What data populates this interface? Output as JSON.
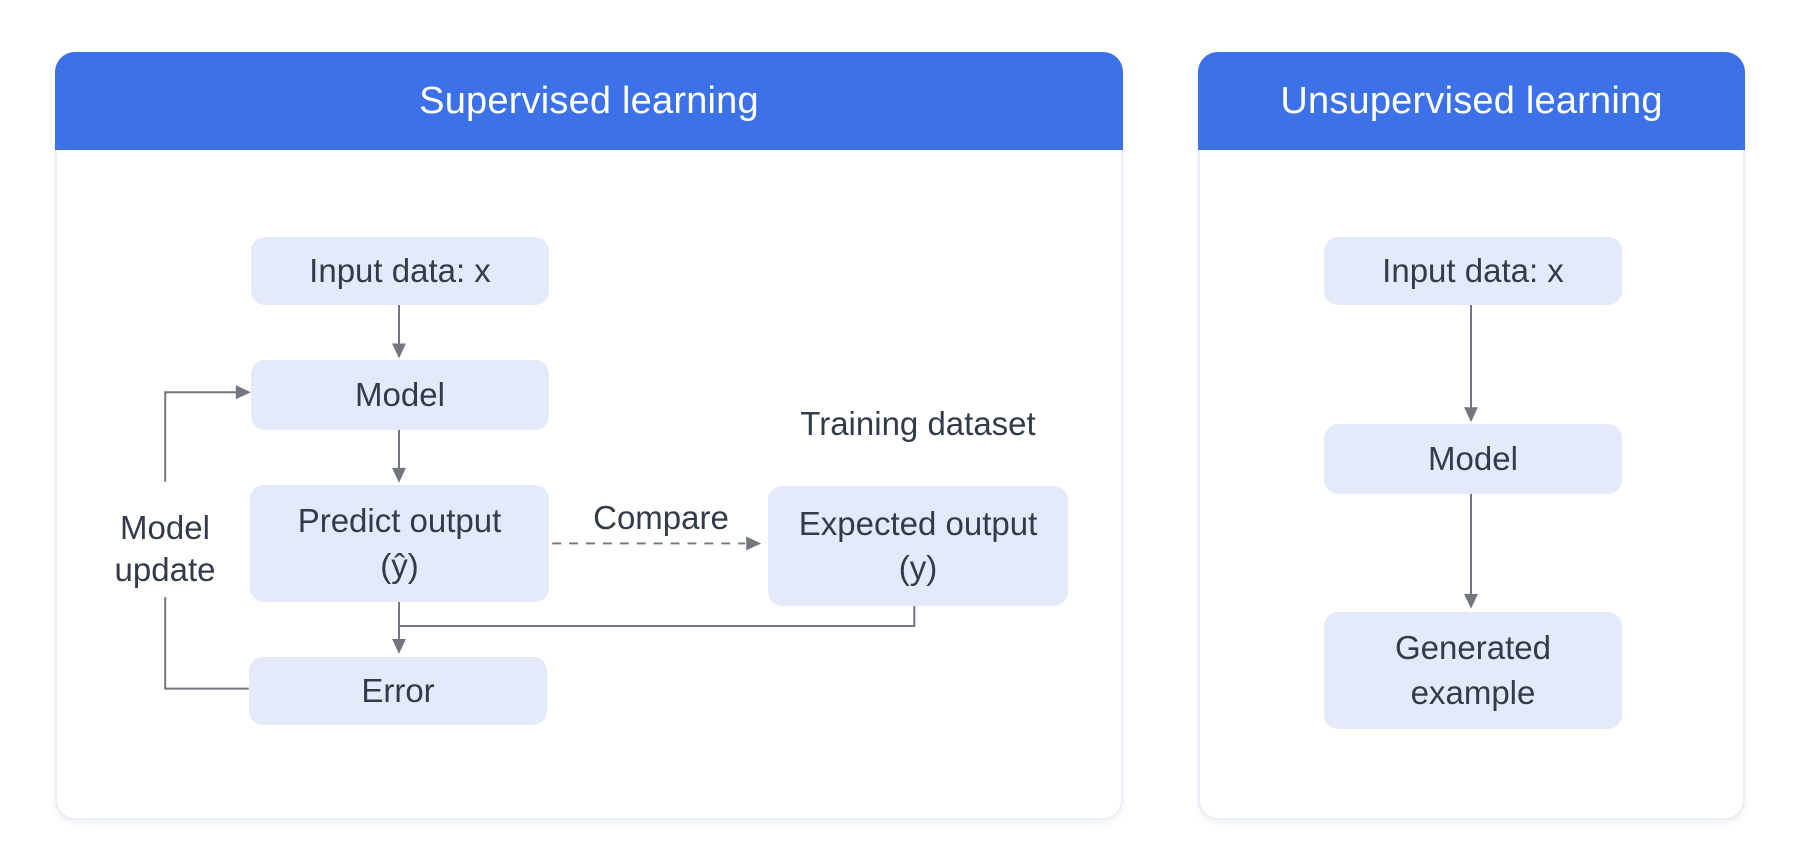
{
  "colors": {
    "page_bg": "#FFFFFF",
    "header_bg": "#3D71E8",
    "header_text": "#FFFFFF",
    "node_bg": "#E5EAFA",
    "node_text": "#333B4B",
    "panel_border": "#E9EDF5",
    "connector": "#71767F"
  },
  "panels": {
    "supervised": {
      "title": "Supervised learning",
      "nodes": {
        "input": "Input data: x",
        "model": "Model",
        "predict": "Predict output (ŷ)",
        "error": "Error",
        "expected": "Expected output (y)"
      },
      "labels": {
        "training_dataset": "Training dataset",
        "compare": "Compare",
        "model_update": "Model update"
      }
    },
    "unsupervised": {
      "title": "Unsupervised learning",
      "nodes": {
        "input": "Input data: x",
        "model": "Model",
        "generated": "Generated example"
      }
    }
  }
}
